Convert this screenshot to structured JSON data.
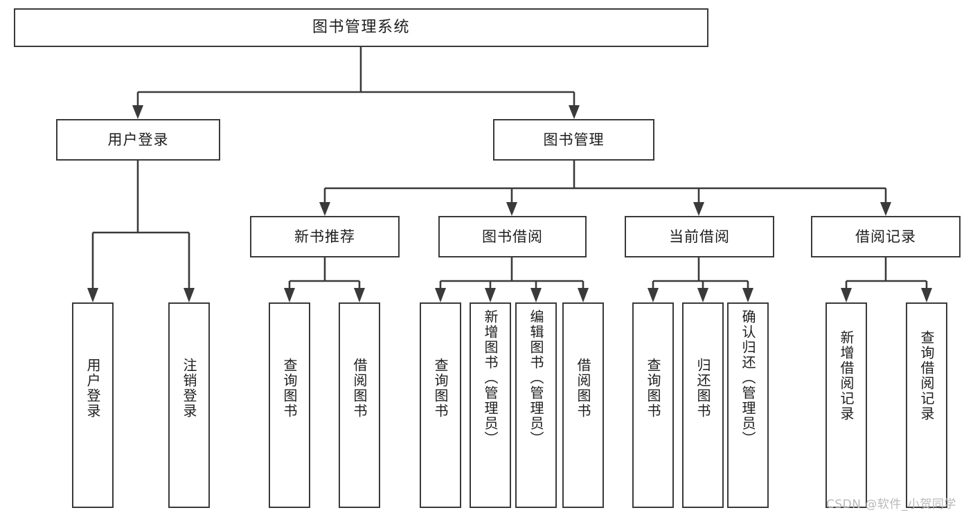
{
  "diagram": {
    "type": "tree",
    "title": "图书管理系统",
    "root": {
      "label": "图书管理系统"
    },
    "level2": [
      {
        "label": "用户登录"
      },
      {
        "label": "图书管理"
      }
    ],
    "level3": [
      {
        "label": "新书推荐"
      },
      {
        "label": "图书借阅"
      },
      {
        "label": "当前借阅"
      },
      {
        "label": "借阅记录"
      }
    ],
    "leaves": {
      "user_login": [
        {
          "label": "用户登录"
        },
        {
          "label": "注销登录"
        }
      ],
      "new_book_recommend": [
        {
          "label": "查询图书"
        },
        {
          "label": "借阅图书"
        }
      ],
      "book_borrow": [
        {
          "label": "查询图书"
        },
        {
          "label": "新增图书（管理员）"
        },
        {
          "label": "编辑图书（管理员）"
        },
        {
          "label": "借阅图书"
        }
      ],
      "current_borrow": [
        {
          "label": "查询图书"
        },
        {
          "label": "归还图书"
        },
        {
          "label": "确认归还（管理员）"
        }
      ],
      "borrow_record": [
        {
          "label": "新增借阅记录"
        },
        {
          "label": "查询借阅记录"
        }
      ]
    }
  },
  "watermark": {
    "text": "CSDN @软件_小贺同学"
  },
  "colors": {
    "border": "#3a3a3a",
    "background": "#ffffff",
    "text": "#1d1d1d",
    "watermark": "#b9b9b9"
  }
}
